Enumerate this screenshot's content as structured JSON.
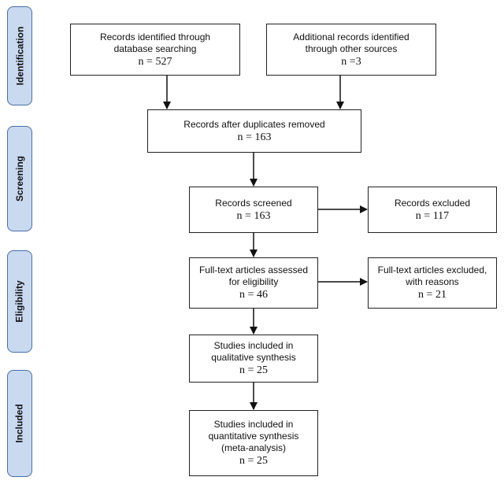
{
  "phases": [
    {
      "id": "identification",
      "label": "Identification"
    },
    {
      "id": "screening",
      "label": "Screening"
    },
    {
      "id": "eligibility",
      "label": "Eligibility"
    },
    {
      "id": "included",
      "label": "Included"
    }
  ],
  "boxes": {
    "database": {
      "text": "Records identified through\ndatabase searching",
      "n": "n = 527"
    },
    "other": {
      "text": "Additional records identified\nthrough other sources",
      "n": "n =3"
    },
    "dedup": {
      "text": "Records after duplicates removed",
      "n": "n = 163"
    },
    "screened": {
      "text": "Records screened",
      "n": "n = 163"
    },
    "excluded": {
      "text": "Records excluded",
      "n": "n = 117"
    },
    "fulltext": {
      "text": "Full-text articles assessed\nfor eligibility",
      "n": "n = 46"
    },
    "fulltext_excluded": {
      "text": "Full-text articles excluded,\nwith reasons",
      "n": "n = 21"
    },
    "qualitative": {
      "text": "Studies included in\nqualitative synthesis",
      "n": "n = 25"
    },
    "quantitative": {
      "text": "Studies included in\nquantitative synthesis\n(meta-analysis)",
      "n": "n = 25"
    }
  }
}
